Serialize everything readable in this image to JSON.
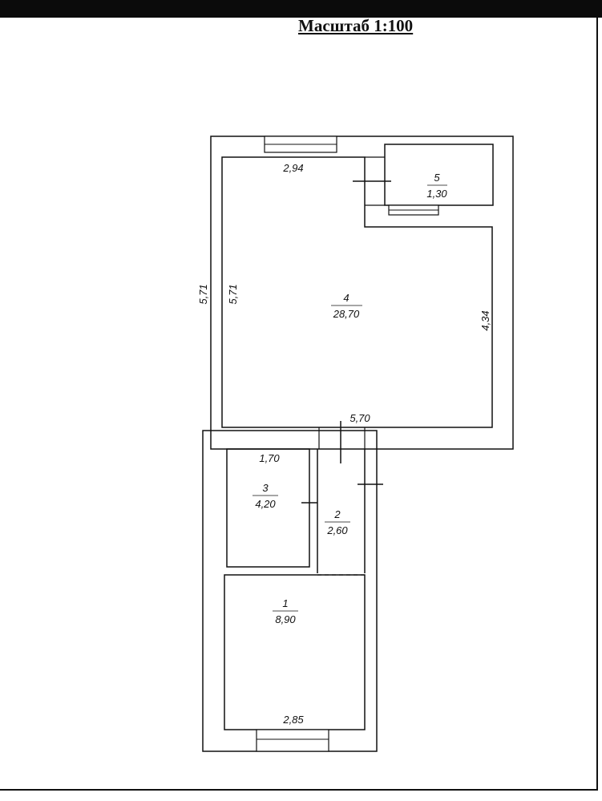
{
  "header": {
    "scale_label": "Масштаб 1:100"
  },
  "rooms": [
    {
      "number": "5",
      "area": "1,30"
    },
    {
      "number": "4",
      "area": "28,70"
    },
    {
      "number": "3",
      "area": "4,20"
    },
    {
      "number": "2",
      "area": "2,60"
    },
    {
      "number": "1",
      "area": "8,90"
    }
  ],
  "dimensions": {
    "top_room4_width": "2,94",
    "outer_left_height": "5,71",
    "inner_left_height": "5,71",
    "right_height": "4,34",
    "room4_bottom_width": "5,70",
    "room3_width": "1,70",
    "bottom_width": "2,85"
  },
  "colors": {
    "wall": "#111111",
    "background": "#ffffff"
  }
}
